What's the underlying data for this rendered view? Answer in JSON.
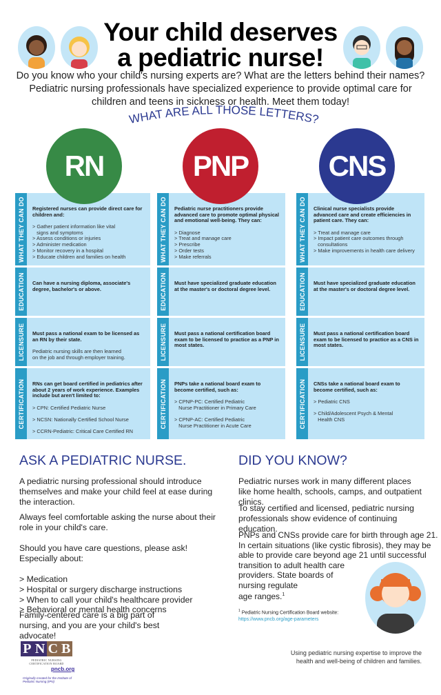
{
  "header": {
    "title_line1": "Your child deserves",
    "title_line2": "a pediatric nurse!",
    "intro": [
      "Do you know who your child's nursing experts are?  What are the letters behind their names?",
      "Pediatric nursing professionals have specialized experience to provide optimal care for",
      "children and teens in sickness or health. Meet them today!"
    ],
    "subtitle": "WHAT ARE ALL THOSE LETTERS?"
  },
  "row_labels": [
    "WHAT THEY CAN DO",
    "EDUCATION",
    "LICENSURE",
    "CERTIFICATION"
  ],
  "columns": [
    {
      "title": "RN",
      "color": "#378a46",
      "rows": [
        {
          "lead": "Registered nurses can provide direct care for children and:",
          "items": [
            "> Gather patient information like vital\n   signs and symptoms",
            "> Assess conditions or injuries",
            "> Administer medication",
            "> Monitor recovery in a hospital",
            "> Educate children and families on health"
          ],
          "spaced": false
        },
        {
          "lead": "Can have a nursing diploma, associate's degree, bachelor's or above.",
          "items": [],
          "spaced": false
        },
        {
          "lead": "Must pass a national exam to be licensed as an RN by their state.",
          "items": [
            "Pediatric nursing skills are then learned\non the job and through employer training."
          ],
          "spaced": false
        },
        {
          "lead": "RNs can get board certified in pediatrics after about 2 years of work experience. Examples include but aren't limited to:",
          "items": [
            "> CPN: Certified Pediatric Nurse",
            "> NCSN: Nationally Certified School Nurse",
            "> CCRN-Pediatric: Critical Care Certified RN"
          ],
          "spaced": true
        }
      ]
    },
    {
      "title": "PNP",
      "color": "#c01f2f",
      "rows": [
        {
          "lead": "Pediatric nurse practitioners provide advanced care to promote optimal physical and emotional well-being. They can:",
          "items": [
            "> Diagnose",
            "> Treat and manage care",
            "> Prescribe",
            "> Order tests",
            "> Make referrals"
          ],
          "spaced": false
        },
        {
          "lead": "Must have specialized graduate education at the master's or doctoral degree level.",
          "items": [],
          "spaced": false
        },
        {
          "lead": "Must pass a national certification board exam to be licensed to practice as a PNP in most states.",
          "items": [],
          "spaced": false
        },
        {
          "lead": "PNPs take a national board exam to become certified, such as:",
          "items": [
            "> CPNP-PC: Certified Pediatric\n   Nurse Practitioner in Primary Care",
            "> CPNP-AC: Certified Pediatric\n   Nurse Practitioner in Acute Care"
          ],
          "spaced": true
        }
      ]
    },
    {
      "title": "CNS",
      "color": "#2b3990",
      "rows": [
        {
          "lead": "Clinical nurse specialists provide advanced care and create efficiencies in patient care. They can:",
          "items": [
            "> Treat and manage care",
            "> Impact patient care outcomes through\n   consultations",
            "> Make improvements in health care delivery"
          ],
          "spaced": false
        },
        {
          "lead": "Must have specialized graduate education at the master's or doctoral degree level.",
          "items": [],
          "spaced": false
        },
        {
          "lead": "Must pass a national certification board exam to be licensed to practice as a CNS in most states.",
          "items": [],
          "spaced": false
        },
        {
          "lead": "CNSs take a national board exam to become  certified, such as:",
          "items": [
            "> Pediatric CNS",
            "> Child/Adolescent Psych & Mental\n   Health CNS"
          ],
          "spaced": true
        }
      ]
    }
  ],
  "ask": {
    "heading": "ASK A PEDIATRIC NURSE.",
    "p1": "A pediatric nursing professional should introduce themselves and make your child feel at ease during the interaction.",
    "p2": "Always feel comfortable asking the nurse about their role in your child's care.",
    "p3": "Should you have care questions, please ask! Especially about:",
    "list": [
      "> Medication",
      "> Hospital or surgery discharge instructions",
      "> When to call your child's healthcare provider",
      "> Behavioral or mental health concerns"
    ],
    "p4": "Family-centered care is a big part of nursing, and you are your child's best advocate!"
  },
  "know": {
    "heading": "DID YOU KNOW?",
    "p1": "Pediatric nurses work in many different places like home health, schools, camps, and outpatient clinics.",
    "p2": "To stay certified and licensed, pediatric nursing professionals show evidence of continuing education.",
    "p3a": "PNPs and CNSs provide care for birth through age 21. In certain situations (like cystic fibrosis), they may be able to provide care beyond age 21 until successful",
    "p3b": [
      "transition to adult health care",
      "providers. State boards of",
      "nursing regulate",
      "age ranges."
    ],
    "sup": "1",
    "footnote": "Pediatric Nursing Certification Board website:",
    "footnote_url": "https://www.pncb.org/age-parameters"
  },
  "footer": {
    "logo_text": "PNCB",
    "logo_sub": "PEDIATRIC NURSING CERTIFICATION BOARD",
    "link": "pncb.org",
    "credit": "Originally created for the Institute of Pediatric Nursing (IPN)",
    "tagline_1": "Using pediatric nursing expertise to improve the",
    "tagline_2": "health and well-being of children and families."
  }
}
